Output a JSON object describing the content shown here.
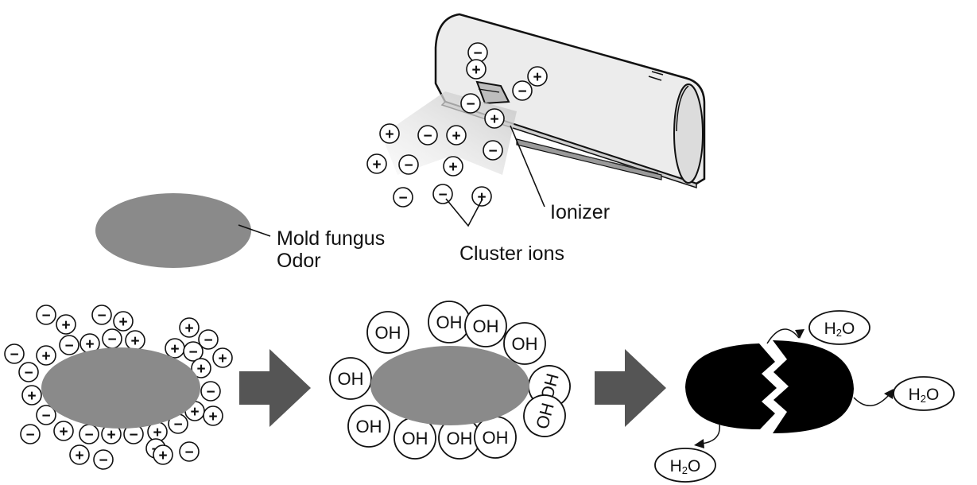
{
  "labels": {
    "ionizer": "Ionizer",
    "mold_fungus": "Mold fungus",
    "odor": "Odor",
    "cluster_ions": "Cluster ions"
  },
  "ion_signs": {
    "positive": "+",
    "negative": "−"
  },
  "molecules": {
    "hydroxyl": "OH",
    "water_h": "H",
    "water_sub": "2",
    "water_o": "O"
  },
  "colors": {
    "fungus": "#8a8a8a",
    "fungus_destroyed": "#000000",
    "arrow": "#555555",
    "unit_body": "#e8e8e8",
    "airflow": "#d9d9d9"
  }
}
